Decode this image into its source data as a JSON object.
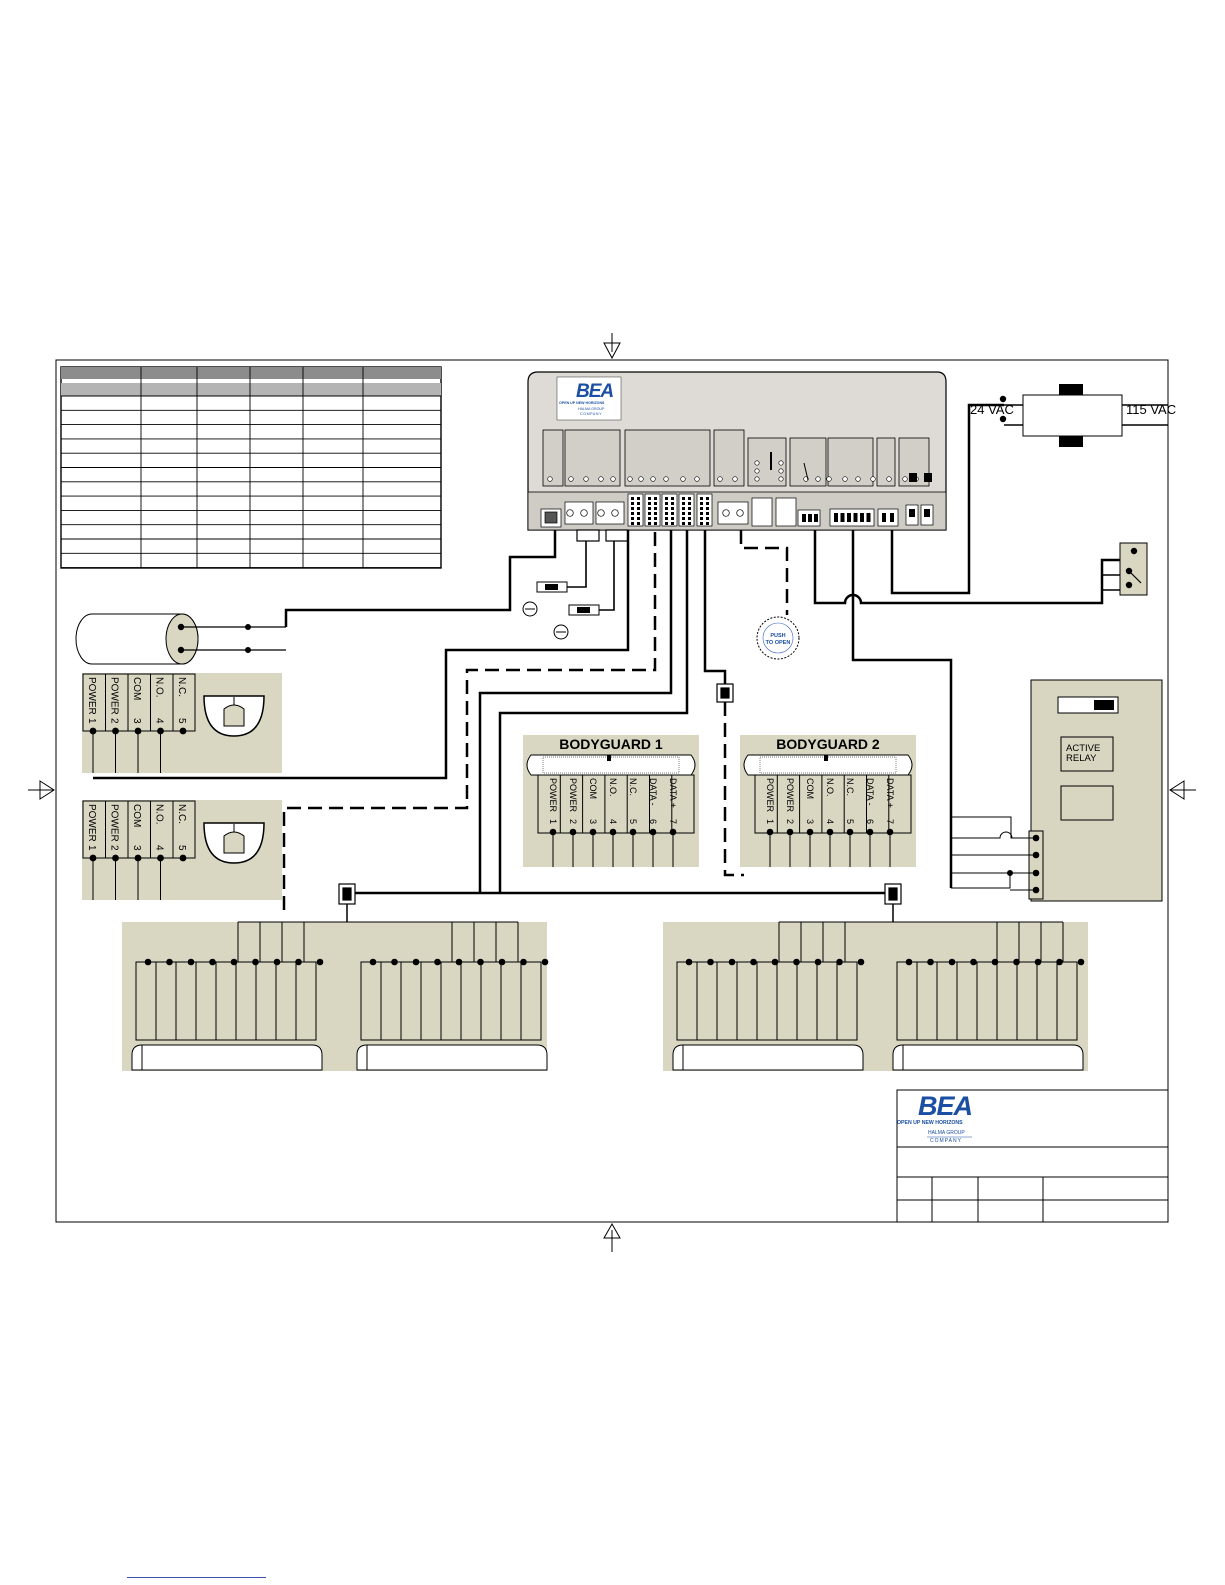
{
  "logo": {
    "wordmark": "BEA",
    "tagline": "OPEN UP NEW HORIZONS",
    "group_line1": "HALMA GROUP",
    "group_line2": "COMPANY"
  },
  "power": {
    "secondary_label": "24  VAC",
    "primary_label": "115 VAC"
  },
  "push_button": {
    "line1": "PUSH",
    "line2": "TO OPEN"
  },
  "bodyguard_1": {
    "title": "BODYGUARD 1"
  },
  "bodyguard_2": {
    "title": "BODYGUARD 2"
  },
  "terminals": [
    "POWER",
    "POWER",
    "COM",
    "N.O.",
    "N.C.",
    "DATA -",
    "DATA +"
  ],
  "terminal_numbers": [
    "1",
    "2",
    "3",
    "4",
    "5",
    "6",
    "7"
  ],
  "relay_panel": {
    "label_line1": "ACTIVE",
    "label_line2": "RELAY"
  },
  "colors": {
    "module_fill": "#d9d6c2",
    "panel_fill": "#d8d5c0",
    "controller_fill": "#dedbd6",
    "line": "#000000",
    "table_header": "#8c8c8c"
  }
}
